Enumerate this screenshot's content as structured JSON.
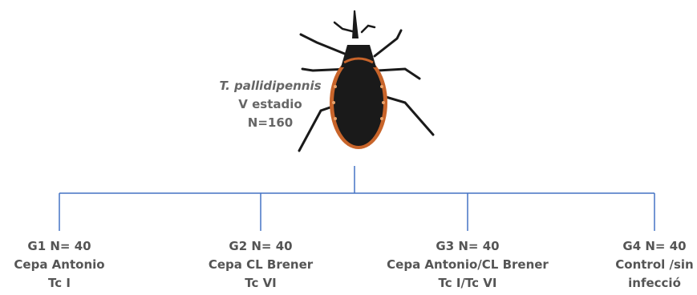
{
  "root": {
    "species": "T. pallidipennis",
    "stage": "V estadio",
    "n": "N=160",
    "image_icon": "triatomine-bug-icon"
  },
  "groups": [
    {
      "title": "G1 N= 40",
      "line1": "Cepa Antonio",
      "line2": "Tc I"
    },
    {
      "title": "G2 N= 40",
      "line1": "Cepa CL Brener",
      "line2": "Tc VI"
    },
    {
      "title": "G3 N= 40",
      "line1": "Cepa Antonio/CL Brener",
      "line2": "Tc I/Tc VI"
    },
    {
      "title": "G4 N= 40",
      "line1": "Control /sin",
      "line2": "infecció"
    }
  ],
  "colors": {
    "connector": "#4472C4",
    "text": "#555555",
    "insect_body": "#1a1a1a",
    "insect_edge": "#c8642a"
  }
}
